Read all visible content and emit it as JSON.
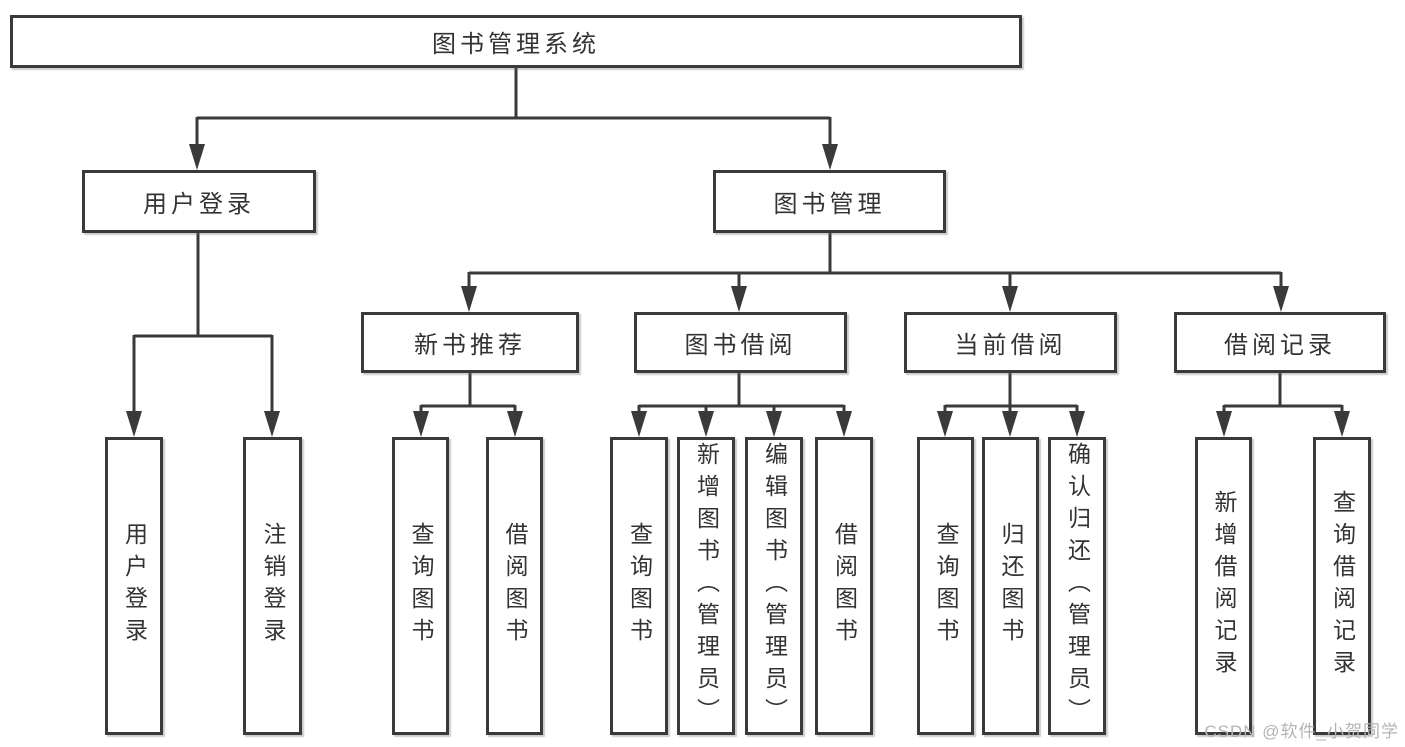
{
  "diagram_type": "hierarchy-tree",
  "colors": {
    "line": "#3a3a3a",
    "box_border": "#3a3a3a",
    "box_fill": "#ffffff",
    "text": "#333333",
    "watermark": "#b4b4b4"
  },
  "watermark": "CSDN @软件_小贺同学",
  "tree": {
    "root": {
      "label": "图书管理系统",
      "children": [
        {
          "label": "用户登录",
          "children": [
            {
              "label": "用户登录"
            },
            {
              "label": "注销登录"
            }
          ]
        },
        {
          "label": "图书管理",
          "children": [
            {
              "label": "新书推荐",
              "children": [
                {
                  "label": "查询图书"
                },
                {
                  "label": "借阅图书"
                }
              ]
            },
            {
              "label": "图书借阅",
              "children": [
                {
                  "label": "查询图书"
                },
                {
                  "label": "新增图书（管理员）"
                },
                {
                  "label": "编辑图书（管理员）"
                },
                {
                  "label": "借阅图书"
                }
              ]
            },
            {
              "label": "当前借阅",
              "children": [
                {
                  "label": "查询图书"
                },
                {
                  "label": "归还图书"
                },
                {
                  "label": "确认归还（管理员）"
                }
              ]
            },
            {
              "label": "借阅记录",
              "children": [
                {
                  "label": "新增借阅记录"
                },
                {
                  "label": "查询借阅记录"
                }
              ]
            }
          ]
        }
      ]
    }
  }
}
